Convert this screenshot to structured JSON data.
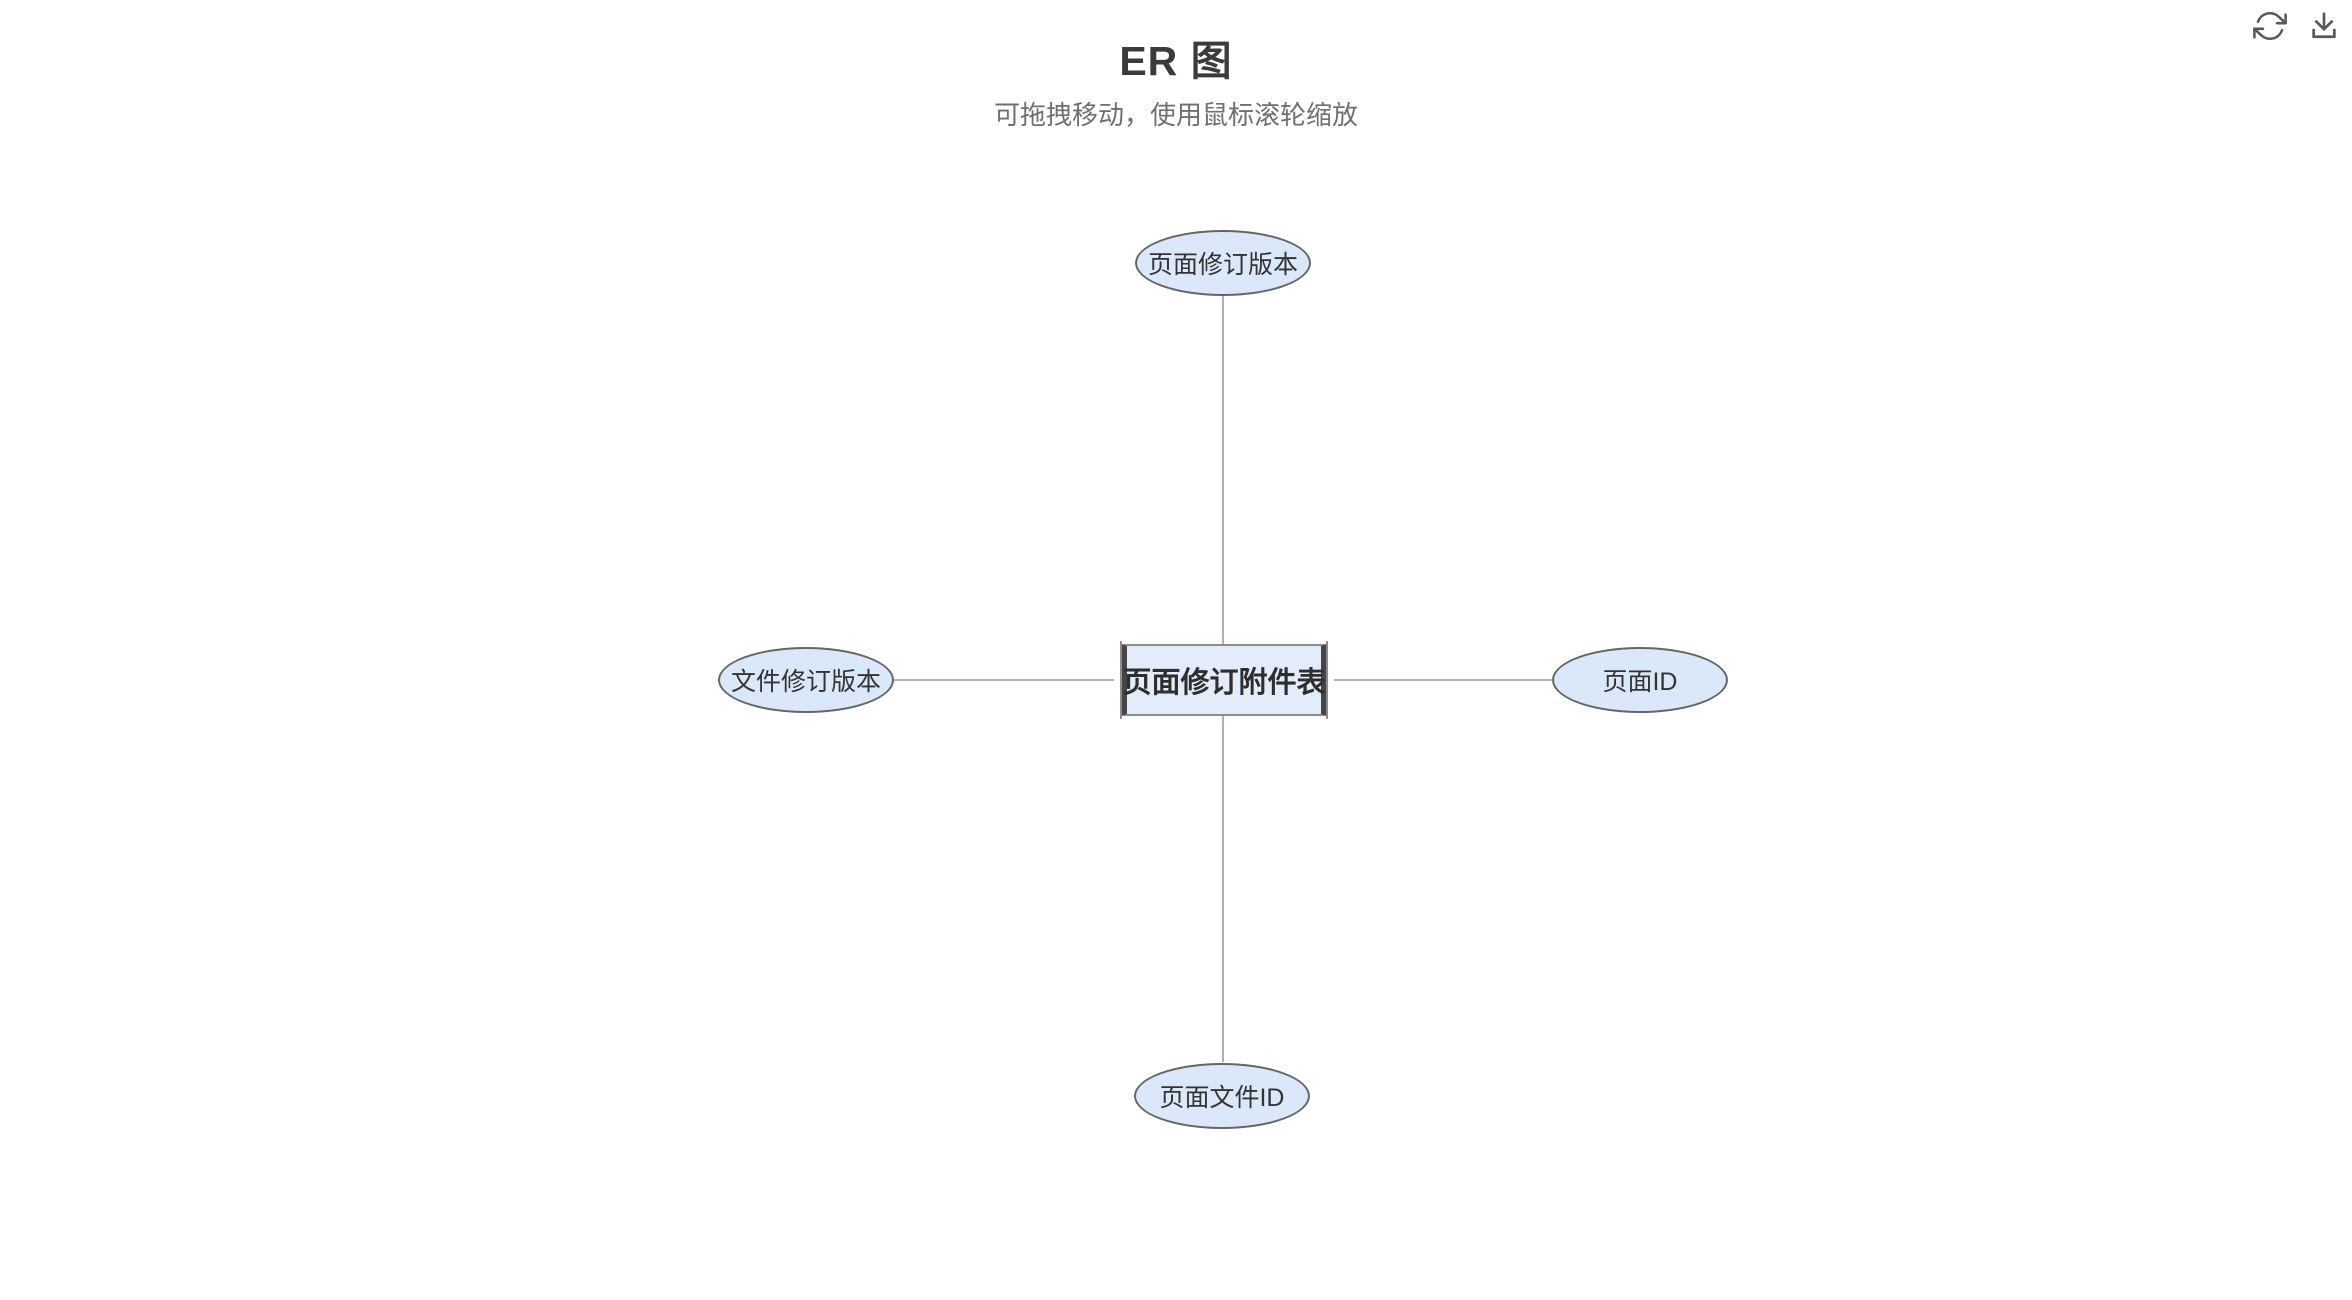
{
  "header": {
    "title": "ER 图",
    "subtitle": "可拖拽移动，使用鼠标滚轮缩放"
  },
  "toolbar": {
    "buttons": [
      {
        "icon": "refresh-icon"
      },
      {
        "icon": "download-icon"
      }
    ]
  },
  "diagram": {
    "type": "er",
    "entity": {
      "label": "页面修订附件表",
      "shape": "rectangle"
    },
    "attributes": [
      {
        "label": "页面修订版本",
        "position": "top",
        "shape": "ellipse"
      },
      {
        "label": "文件修订版本",
        "position": "left",
        "shape": "ellipse"
      },
      {
        "label": "页面ID",
        "position": "right",
        "shape": "ellipse"
      },
      {
        "label": "页面文件ID",
        "position": "bottom",
        "shape": "ellipse"
      }
    ],
    "colors": {
      "node_fill": "#dbe8fa",
      "node_border": "#666666",
      "entity_fill": "#e2ecfa",
      "entity_side_border": "#454545",
      "entity_top_border": "#8c8c8c",
      "connector": "#b0b0b0",
      "title_text": "#3b3b3b",
      "subtitle_text": "#6f6f6f",
      "node_text": "#333333",
      "icon": "#595959"
    }
  }
}
